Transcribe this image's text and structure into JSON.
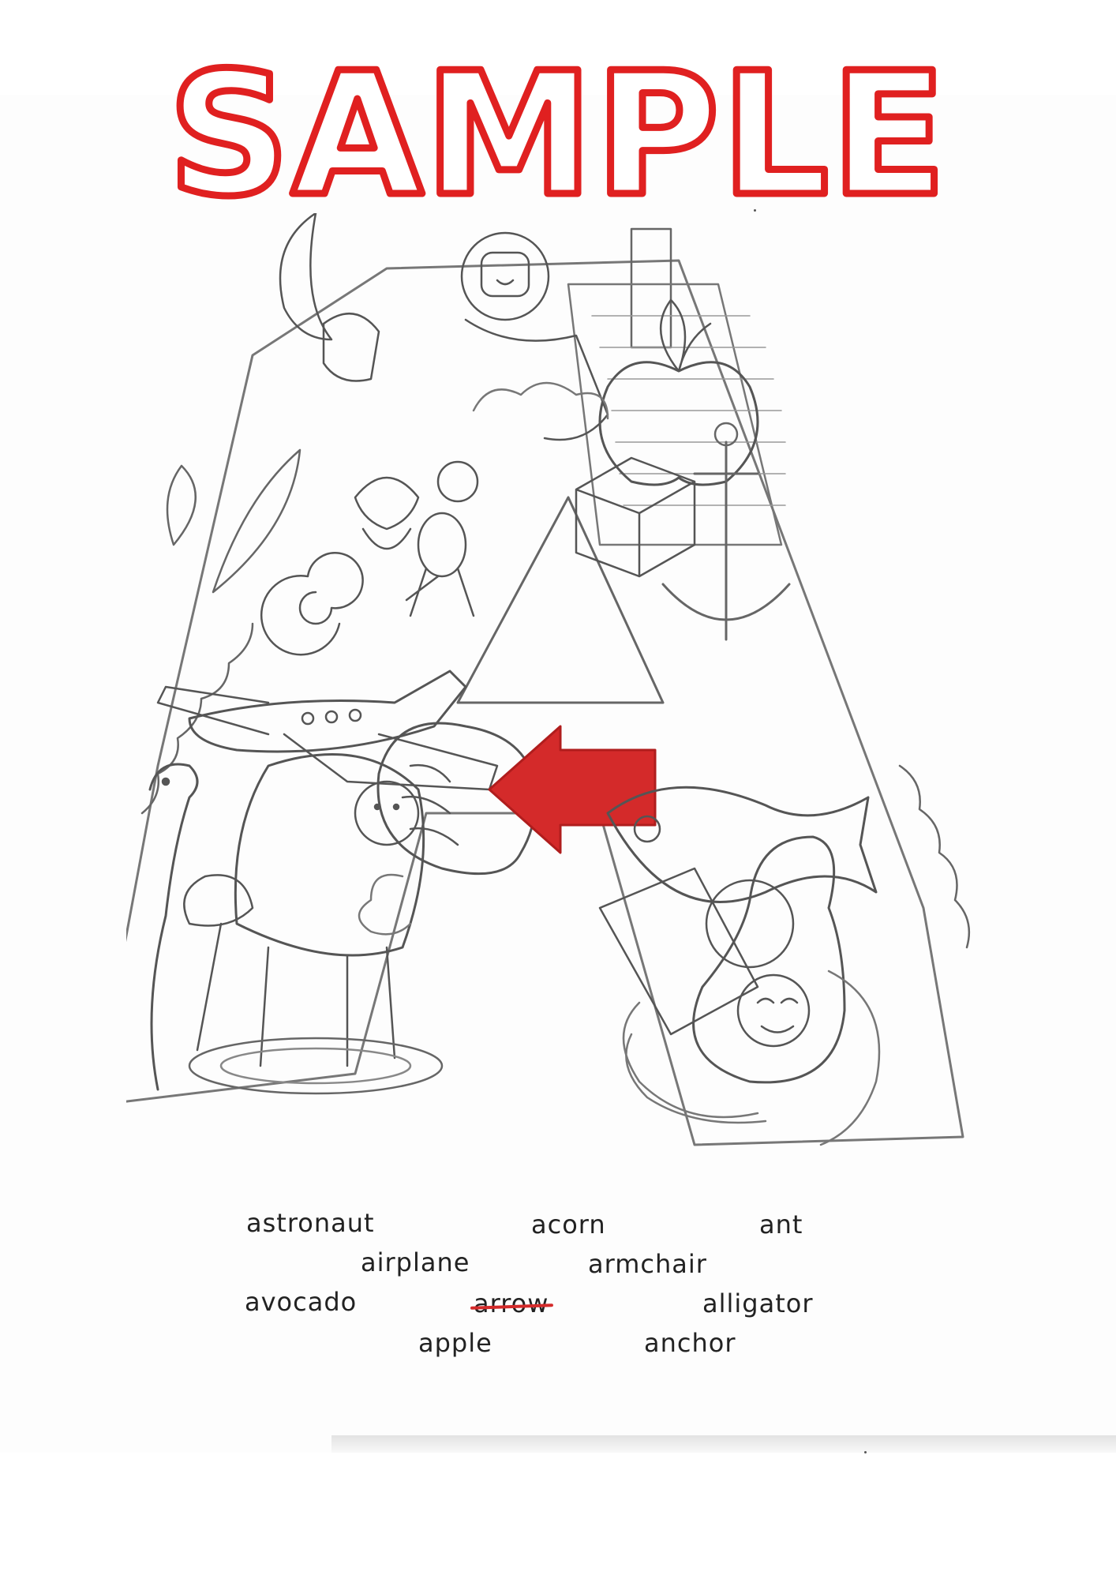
{
  "watermark": {
    "text": "SAMPLE",
    "color": "#e02020"
  },
  "illustration": {
    "subject": "letter-a-doodle",
    "line_color": "#555555",
    "arrow_color": "#d42a2a"
  },
  "word_list": {
    "words": [
      {
        "text": "astronaut",
        "crossed": false
      },
      {
        "text": "acorn",
        "crossed": false
      },
      {
        "text": "ant",
        "crossed": false
      },
      {
        "text": "airplane",
        "crossed": false
      },
      {
        "text": "armchair",
        "crossed": false
      },
      {
        "text": "avocado",
        "crossed": false
      },
      {
        "text": "arrow",
        "crossed": true
      },
      {
        "text": "alligator",
        "crossed": false
      },
      {
        "text": "apple",
        "crossed": false
      },
      {
        "text": "anchor",
        "crossed": false
      }
    ]
  }
}
